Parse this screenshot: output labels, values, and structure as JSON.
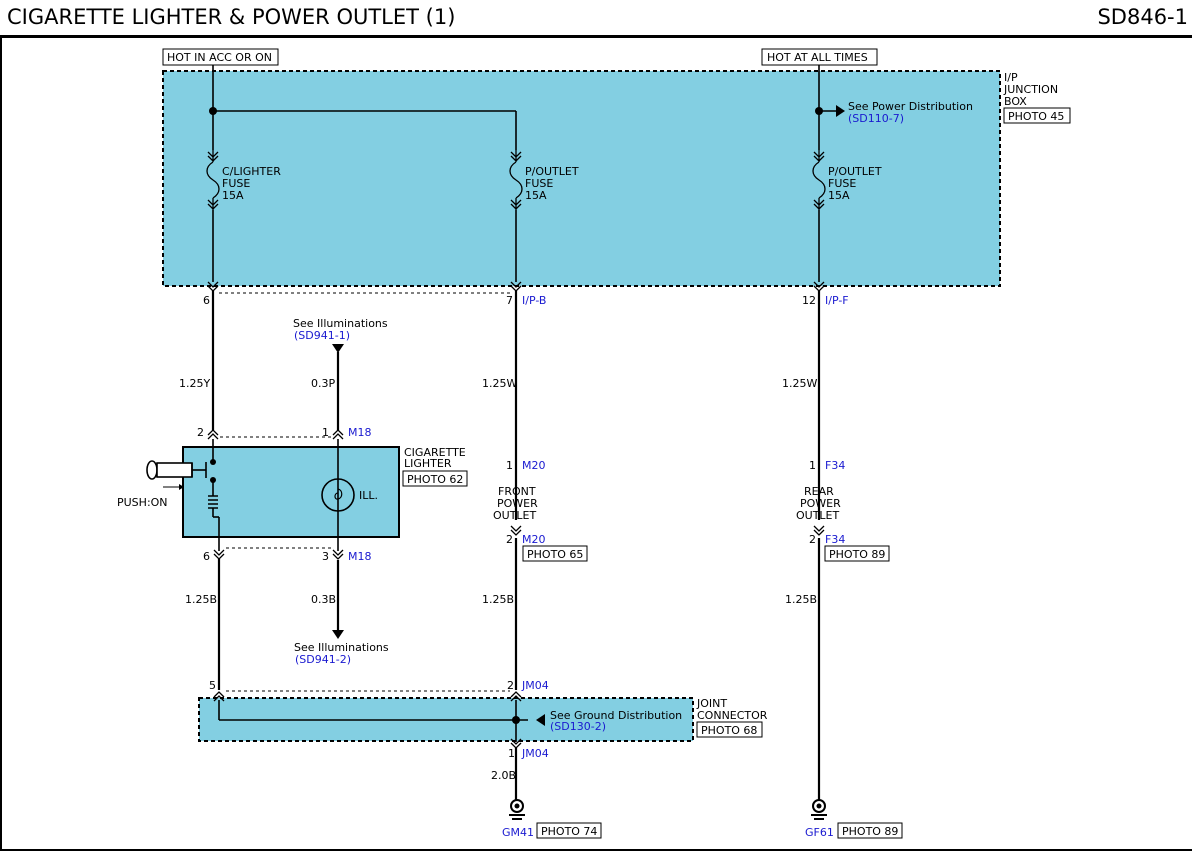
{
  "header": {
    "title": "CIGARETTE LIGHTER & POWER OUTLET (1)",
    "code": "SD846-1"
  },
  "power_sources": {
    "left": "HOT IN ACC OR ON",
    "right": "HOT AT ALL TIMES"
  },
  "junction_box": {
    "line1": "I/P",
    "line2": "JUNCTION",
    "line3": "BOX",
    "photo": "PHOTO 45"
  },
  "power_dist": {
    "label": "See Power Distribution",
    "ref": "(SD110-7)"
  },
  "fuses": [
    {
      "line1": "C/LIGHTER",
      "line2": "FUSE",
      "line3": "15A"
    },
    {
      "line1": "P/OUTLET",
      "line2": "FUSE",
      "line3": "15A"
    },
    {
      "line1": "P/OUTLET",
      "line2": "FUSE",
      "line3": "15A"
    }
  ],
  "jb_pins": [
    {
      "pin": "6",
      "conn": ""
    },
    {
      "pin": "7",
      "conn": "I/P-B"
    },
    {
      "pin": "12",
      "conn": "I/P-F"
    }
  ],
  "wires": {
    "w_125y": "1.25Y",
    "w_03p": "0.3P",
    "w_125w_a": "1.25W",
    "w_125w_b": "1.25W",
    "w_125b_a": "1.25B",
    "w_03b": "0.3B",
    "w_125b_b": "1.25B",
    "w_125b_c": "1.25B",
    "w_20b": "2.0B"
  },
  "illum_top": {
    "label": "See Illuminations",
    "ref": "(SD941-1)"
  },
  "illum_bottom": {
    "label": "See Illuminations",
    "ref": "(SD941-2)"
  },
  "lighter": {
    "name1": "CIGARETTE",
    "name2": "LIGHTER",
    "photo": "PHOTO 62",
    "pin_top_left": "2",
    "pin_top_right": "1",
    "conn_top": "M18",
    "pin_bot_left": "6",
    "pin_bot_right": "3",
    "conn_bot": "M18",
    "push": "PUSH:ON",
    "lamp": "ILL."
  },
  "front_outlet": {
    "pin_top": "1",
    "conn_top": "M20",
    "name1": "FRONT",
    "name2": "POWER",
    "name3": "OUTLET",
    "pin_bot": "2",
    "conn_bot": "M20",
    "photo": "PHOTO 65"
  },
  "rear_outlet": {
    "pin_top": "1",
    "conn_top": "F34",
    "name1": "REAR",
    "name2": "POWER",
    "name3": "OUTLET",
    "pin_bot": "2",
    "conn_bot": "F34",
    "photo": "PHOTO 89"
  },
  "joint_connector": {
    "pin_left": "5",
    "pin_right": "2",
    "conn_top": "JM04",
    "pin_bot": "1",
    "conn_bot": "JM04",
    "name1": "JOINT",
    "name2": "CONNECTOR",
    "photo": "PHOTO 68",
    "ground_label": "See Ground Distribution",
    "ground_ref": "(SD130-2)"
  },
  "grounds": [
    {
      "id": "GM41",
      "photo": "PHOTO 74"
    },
    {
      "id": "GF61",
      "photo": "PHOTO 89"
    }
  ],
  "colors": {
    "box_fill": "#83cfe2",
    "ref_blue": "#1a1ad0",
    "wire": "#000000"
  }
}
